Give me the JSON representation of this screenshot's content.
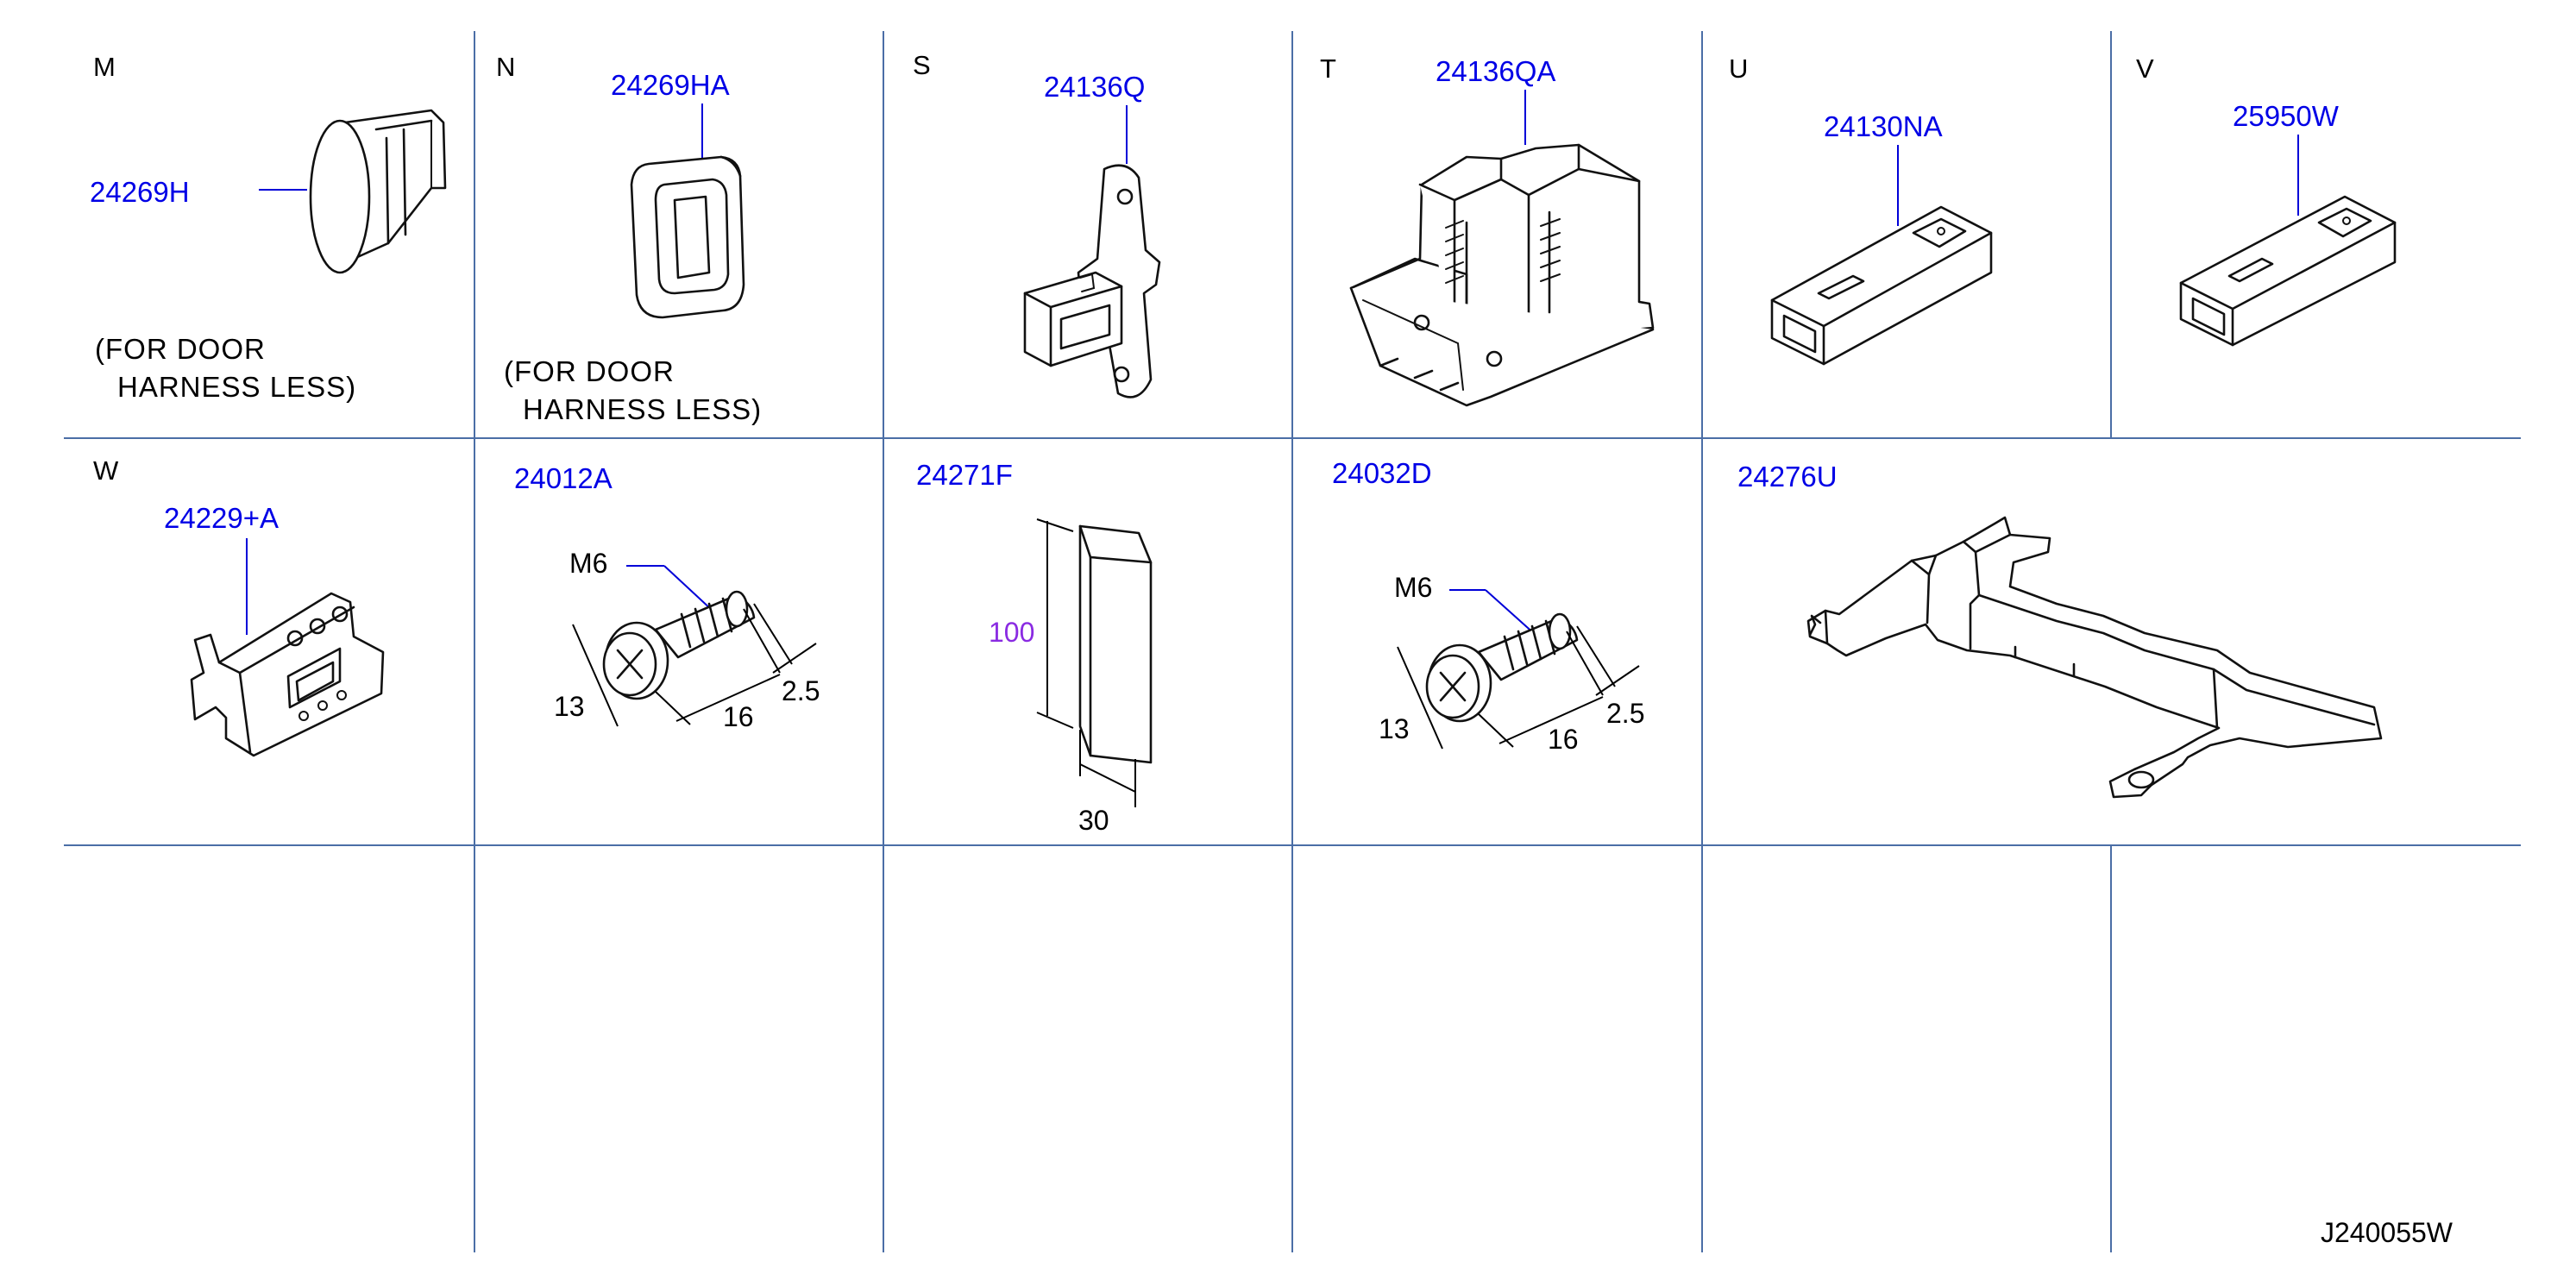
{
  "colors": {
    "part_number": "#0000e6",
    "dimension_highlight": "#8a2be2",
    "grid_line": "#4b6ea6",
    "ink": "#000000"
  },
  "cells": [
    {
      "letter": "M",
      "part_number": "24269H",
      "note": [
        "(FOR   DOOR",
        "HARNESS   LESS)"
      ]
    },
    {
      "letter": "N",
      "part_number": "24269HA",
      "note": [
        "(FOR   DOOR",
        "HARNESS   LESS)"
      ]
    },
    {
      "letter": "S",
      "part_number": "24136Q"
    },
    {
      "letter": "T",
      "part_number": "24136QA"
    },
    {
      "letter": "U",
      "part_number": "24130NA"
    },
    {
      "letter": "V",
      "part_number": "25950W"
    },
    {
      "letter": "W",
      "part_number": "24229+A"
    },
    {
      "part_number": "24012A",
      "dims": {
        "thread": "M6",
        "head": "13",
        "length": "16",
        "tip": "2.5"
      }
    },
    {
      "part_number": "24271F",
      "dims": {
        "height": "100",
        "width": "30"
      }
    },
    {
      "part_number": "24032D",
      "dims": {
        "thread": "M6",
        "head": "13",
        "length": "16",
        "tip": "2.5"
      }
    },
    {
      "part_number": "24276U"
    }
  ],
  "drawing_code": "J240055W"
}
